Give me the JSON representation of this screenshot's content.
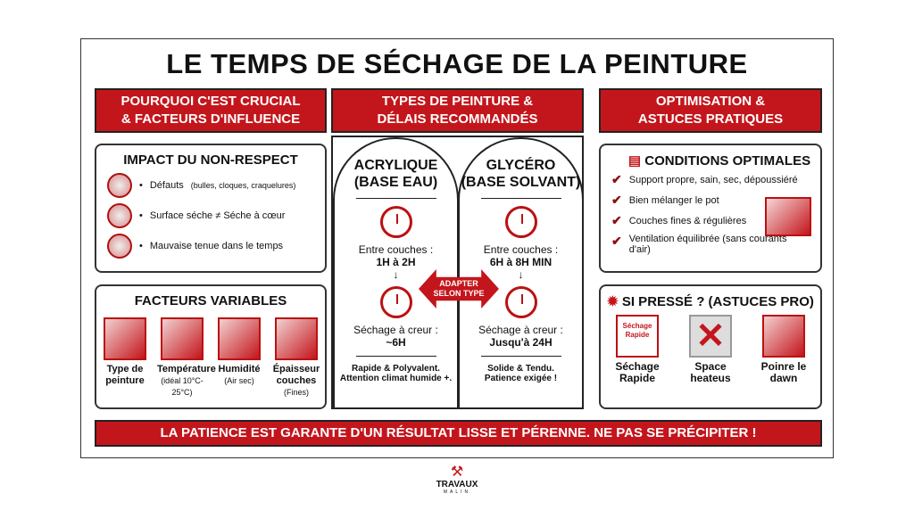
{
  "title": "LE TEMPS DE SÉCHAGE DE LA PEINTURE",
  "columns": {
    "left": {
      "header": [
        "POURQUOI C'EST CRUCIAL",
        "& FACTEURS D'INFLUENCE"
      ],
      "impact": {
        "title": "IMPACT DU NON-RESPECT",
        "items": [
          {
            "main": "Défauts",
            "detail": "(bulles, cloques, craquelures)"
          },
          {
            "main": "Surface séche ≠ Séche à cœur",
            "detail": ""
          },
          {
            "main": "Mauvaise tenue dans le temps",
            "detail": ""
          }
        ]
      },
      "factors": {
        "title": "FACTEURS VARIABLES",
        "items": [
          {
            "label": "Type de peinture",
            "detail": ""
          },
          {
            "label": "Température",
            "detail": "(idéal 10°C-25°C)"
          },
          {
            "label": "Humidité",
            "detail": "(Air sec)"
          },
          {
            "label": "Épaisseur couches",
            "detail": "(Fines)"
          }
        ]
      }
    },
    "middle": {
      "header": [
        "TYPES DE PEINTURE &",
        "DÉLAIS RECOMMANDÉS"
      ],
      "arrow": [
        "ADAPTER",
        "SELON TYPE"
      ],
      "types": [
        {
          "name": "ACRYLIQUE",
          "base": "(BASE EAU)",
          "between_label": "Entre couches :",
          "between": "1H à 2H",
          "full_label": "Séchage à creur :",
          "full": "~6H",
          "note": [
            "Rapide & Polyvalent.",
            "Attention climat humide +."
          ]
        },
        {
          "name": "GLYCÉRO",
          "base": "(BASE SOLVANT)",
          "between_label": "Entre couches :",
          "between": "6H à 8H MIN",
          "full_label": "Séchage à creur :",
          "full": "Jusqu'à 24H",
          "note": [
            "Solide & Tendu.",
            "Patience exigée !"
          ]
        }
      ]
    },
    "right": {
      "header": [
        "OPTIMISATION &",
        "ASTUCES PRATIQUES"
      ],
      "conditions": {
        "title": "CONDITIONS OPTIMALES",
        "items": [
          "Support propre, sain, sec, dépoussiéré",
          "Bien mélanger le pot",
          "Couches fines & régulières",
          "Ventilation équilibrée (sans courants d'air)"
        ]
      },
      "tips": {
        "title": "SI PRESSÉ ? (ASTUCES PRO)",
        "items": [
          "Séchage Rapide",
          "Space heateus",
          "Poinre le dawn"
        ],
        "can_label": [
          "Séchage",
          "Rapide"
        ]
      }
    }
  },
  "banner": "LA PATIENCE EST GARANTE D'UN RÉSULTAT LISSE ET PÉRENNE. NE PAS SE PRÉCIPITER !",
  "logo": {
    "name": "TRAVAUX",
    "sub": "MALIN"
  },
  "colors": {
    "accent": "#c3161c",
    "dark": "#222222"
  }
}
